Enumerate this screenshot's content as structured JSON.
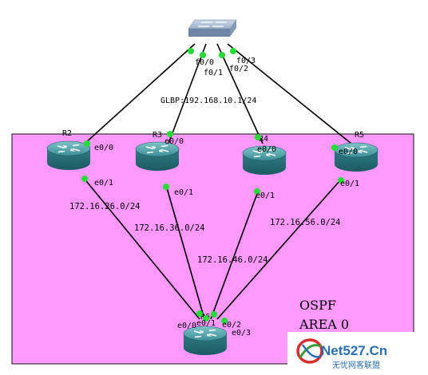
{
  "switch": {
    "ports": [
      "f0/0",
      "f0/1",
      "f0/2",
      "f0/3"
    ]
  },
  "glbp_label": "GLBP:192.168.10.1/24",
  "routers": [
    {
      "name": "R2",
      "top_if": "e0/0",
      "bottom_if": "e0/1"
    },
    {
      "name": "R3",
      "top_if": "e0/0",
      "bottom_if": "e0/1"
    },
    {
      "name": "R4",
      "top_if": "e0/0",
      "bottom_if": "e0/1"
    },
    {
      "name": "R5",
      "top_if": "e0/0",
      "bottom_if": "e0/1"
    }
  ],
  "networks": [
    "172.16.26.0/24",
    "172.16.36.0/24",
    "172.16.46.0/24",
    "172.16.56.0/24"
  ],
  "hub": {
    "name": "R6",
    "ifs": [
      "e0/0",
      "e0/1",
      "e0/2",
      "e0/3"
    ]
  },
  "area": {
    "line1": "OSPF",
    "line2": "AREA 0"
  },
  "watermark": {
    "brand": "Net527.Cn",
    "sub": "无忧网客联盟"
  },
  "colors": {
    "area_fill": "#ff99ff",
    "port_dot": "#22dd33",
    "router_body": "#2e7d86"
  }
}
